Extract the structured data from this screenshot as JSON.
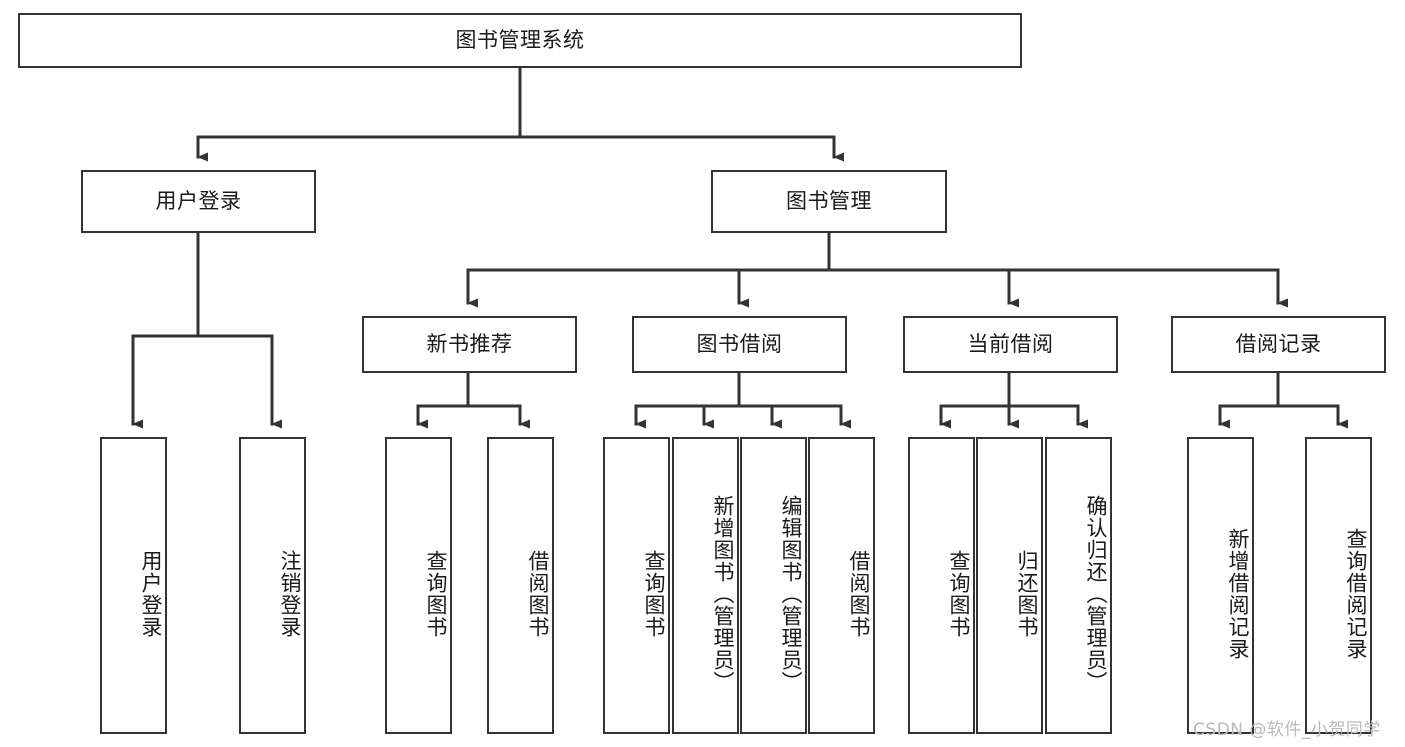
{
  "diagram": {
    "type": "tree",
    "title": "图书管理系统",
    "root": {
      "label": "图书管理系统"
    },
    "level2": [
      {
        "label": "用户登录"
      },
      {
        "label": "图书管理"
      }
    ],
    "level3": [
      {
        "label": "新书推荐"
      },
      {
        "label": "图书借阅"
      },
      {
        "label": "当前借阅"
      },
      {
        "label": "借阅记录"
      }
    ],
    "leaves": {
      "user_login": [
        {
          "label": "用户登录"
        },
        {
          "label": "注销登录"
        }
      ],
      "new_book_recommend": [
        {
          "label": "查询图书"
        },
        {
          "label": "借阅图书"
        }
      ],
      "book_borrow": [
        {
          "label": "查询图书"
        },
        {
          "label": "新增图书（管理员）"
        },
        {
          "label": "编辑图书（管理员）"
        },
        {
          "label": "借阅图书"
        }
      ],
      "current_borrow": [
        {
          "label": "查询图书"
        },
        {
          "label": "归还图书"
        },
        {
          "label": "确认归还（管理员）"
        }
      ],
      "borrow_record": [
        {
          "label": "新增借阅记录"
        },
        {
          "label": "查询借阅记录"
        }
      ]
    },
    "colors": {
      "stroke": "#333333",
      "fill": "#ffffff",
      "text": "#1a1a1a",
      "watermark": "#b9b9b9"
    }
  },
  "watermark": {
    "text": "CSDN @软件_小贺同学"
  }
}
